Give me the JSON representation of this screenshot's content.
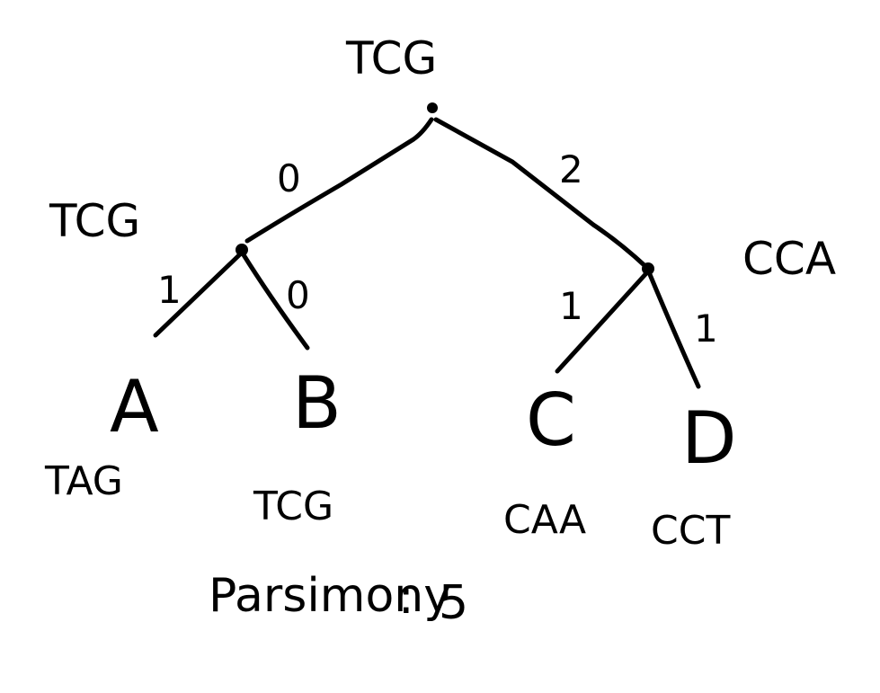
{
  "tree": {
    "root": {
      "sequence": "TCG"
    },
    "internal_left": {
      "sequence": "TCG"
    },
    "internal_right": {
      "sequence": "CCA"
    },
    "leaves": [
      {
        "name": "A",
        "sequence": "TAG"
      },
      {
        "name": "B",
        "sequence": "TCG"
      },
      {
        "name": "C",
        "sequence": "CAA"
      },
      {
        "name": "D",
        "sequence": "CCT"
      }
    ],
    "edge_weights": {
      "root_left": "0",
      "root_right": "2",
      "left_A": "1",
      "left_B": "0",
      "right_C": "1",
      "right_D": "1"
    }
  },
  "parsimony": {
    "label": "Parsimony",
    "separator": ":",
    "value": "5"
  },
  "colors": {
    "ink": "#000000",
    "background": "#ffffff"
  }
}
